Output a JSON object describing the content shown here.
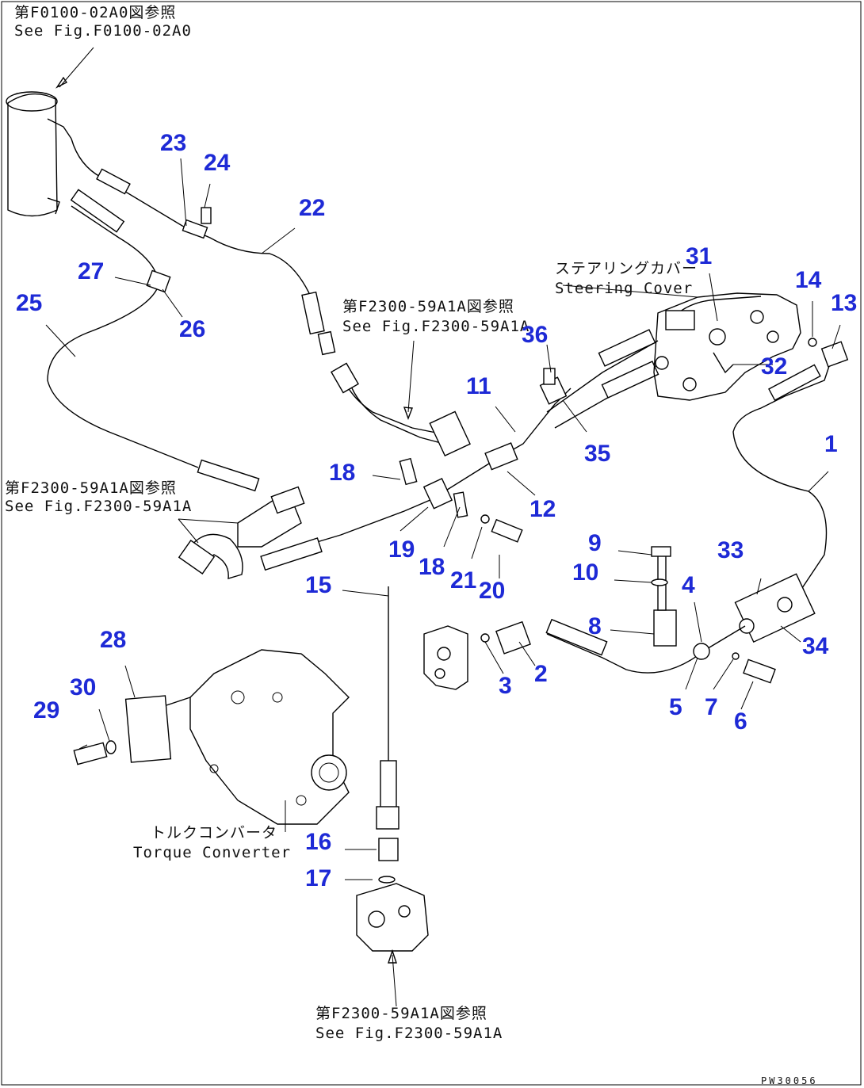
{
  "references": {
    "top_left_jp": "第F0100-02A0図参照",
    "top_left_en": "See Fig.F0100-02A0",
    "center_jp": "第F2300-59A1A図参照",
    "center_en": "See Fig.F2300-59A1A",
    "left_jp": "第F2300-59A1A図参照",
    "left_en": "See Fig.F2300-59A1A",
    "steering_jp": "ステアリングカバー",
    "steering_en": "Steering Cover",
    "torque_jp": "トルクコンバータ",
    "torque_en": "Torque Converter",
    "bottom_jp": "第F2300-59A1A図参照",
    "bottom_en": "See Fig.F2300-59A1A"
  },
  "drawing_code": "PW30056",
  "callouts": [
    "1",
    "2",
    "3",
    "4",
    "5",
    "6",
    "7",
    "8",
    "9",
    "10",
    "11",
    "12",
    "13",
    "14",
    "15",
    "16",
    "17",
    "18",
    "18",
    "19",
    "20",
    "21",
    "22",
    "23",
    "24",
    "25",
    "26",
    "27",
    "28",
    "29",
    "30",
    "31",
    "32",
    "33",
    "34",
    "35",
    "36"
  ]
}
